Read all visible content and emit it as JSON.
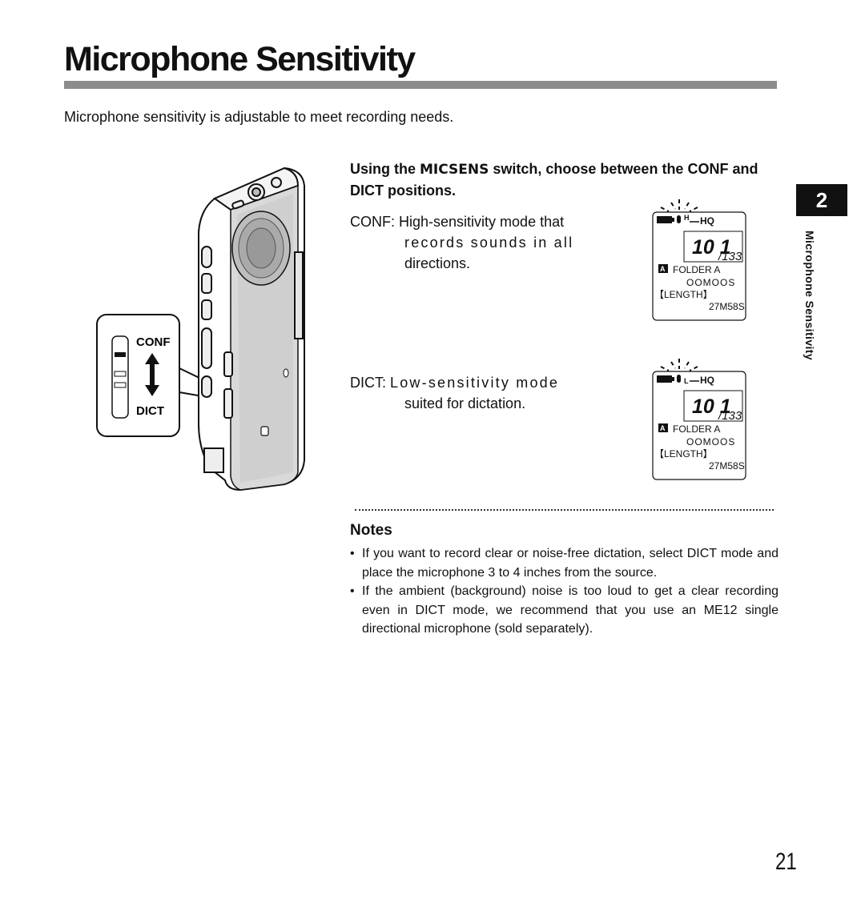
{
  "page": {
    "title": "Microphone Sensitivity",
    "intro": "Microphone sensitivity is adjustable to meet recording needs.",
    "chapter_number": "2",
    "side_label": "Microphone Sensitivity",
    "page_number": "21"
  },
  "instruction": {
    "before": "Using the ",
    "switch_name": "MICSENS",
    "after": " switch, choose between the CONF and DICT positions."
  },
  "modes": {
    "conf": {
      "label": "CONF:",
      "line1": "High-sensitivity mode that",
      "line2": "records sounds in all",
      "line3": "directions."
    },
    "dict": {
      "label": "DICT:",
      "line1": "Low-sensitivity mode",
      "line2": "suited for dictation."
    }
  },
  "illustration": {
    "switch_top_label": "CONF",
    "switch_bottom_label": "DICT"
  },
  "displays": {
    "conf": {
      "mic_level": "H",
      "quality": "HQ",
      "digits": "10 1",
      "total": "/133",
      "folder": "FOLDER A",
      "time": "OOMOOS",
      "length_label": "【LENGTH】",
      "length_value": "27M58S"
    },
    "dict": {
      "mic_level": "L",
      "quality": "HQ",
      "digits": "10 1",
      "total": "/133",
      "folder": "FOLDER A",
      "time": "OOMOOS",
      "length_label": "【LENGTH】",
      "length_value": "27M58S"
    }
  },
  "notes": {
    "title": "Notes",
    "items": [
      "If you want to record clear or noise-free dictation, select DICT mode and place the microphone 3 to 4 inches from the source.",
      "If the ambient (background) noise is too loud to get a clear recording even in DICT mode, we recommend that you use an ME12 single directional microphone (sold separately)."
    ]
  }
}
